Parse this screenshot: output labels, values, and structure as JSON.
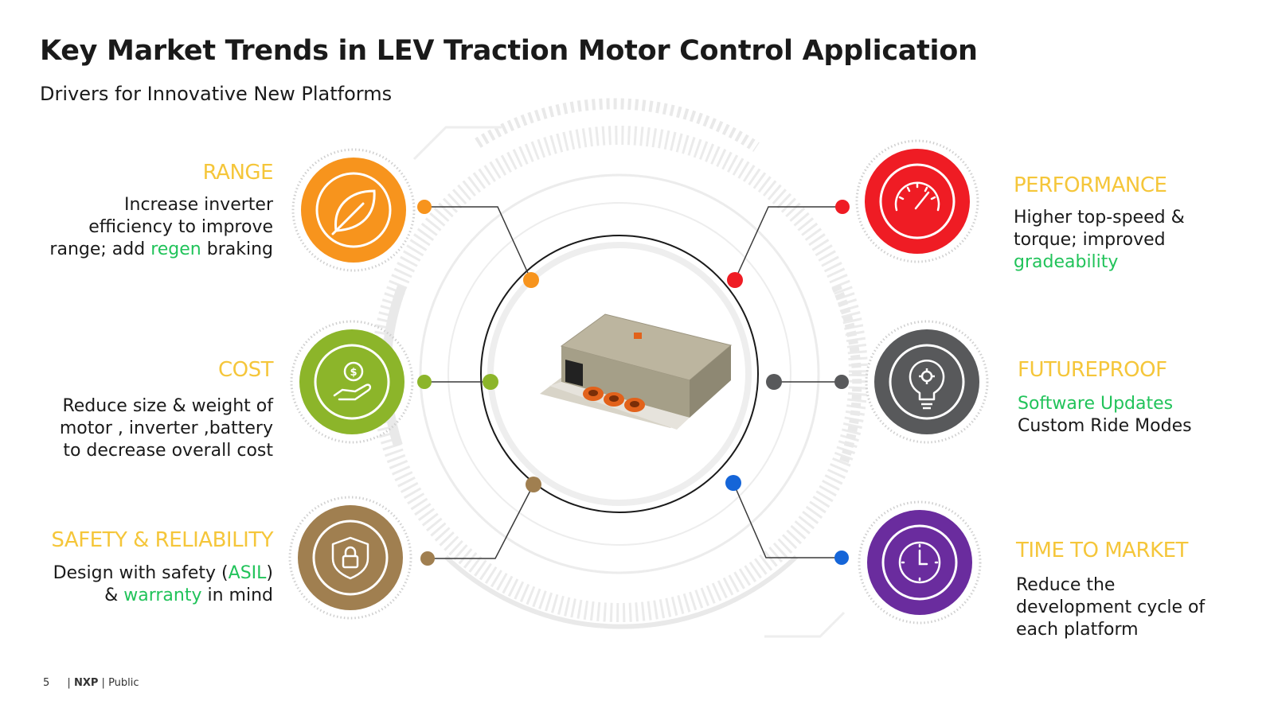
{
  "title": "Key Market Trends in LEV Traction Motor Control Application",
  "subtitle": "Drivers for Innovative New Platforms",
  "trends": {
    "range": {
      "heading": "RANGE",
      "line1": "Increase inverter",
      "line2": "efficiency to improve",
      "line3_pre": "range; add ",
      "line3_hl": "regen",
      "line3_post": " braking",
      "color": "#f7941d"
    },
    "cost": {
      "heading": "COST",
      "line1": "Reduce size & weight  of",
      "line2": "motor , inverter ,battery",
      "line3": "to decrease overall cost",
      "color": "#8cb52a"
    },
    "safety": {
      "heading": "SAFETY & RELIABILITY",
      "line1_pre": "Design with safety (",
      "line1_hl": "ASIL",
      "line1_post": ")",
      "line2_pre": "& ",
      "line2_hl": "warranty",
      "line2_post": " in mind",
      "color": "#a07f50"
    },
    "performance": {
      "heading": "PERFORMANCE",
      "line1": "Higher top-speed &",
      "line2": "torque; improved",
      "line3_hl": "gradeability",
      "color": "#ef1c24"
    },
    "futureproof": {
      "heading": "FUTUREPROOF",
      "line1_hl": "Software Updates",
      "line2": "Custom Ride Modes",
      "color": "#58595b"
    },
    "ttm": {
      "heading": "TIME TO MARKET",
      "line1": "Reduce the",
      "line2": "development cycle of",
      "line3": "each platform",
      "color": "#6a2c9e"
    }
  },
  "icons": {
    "range": "leaf-icon",
    "cost": "dollar-hand-icon",
    "safety": "lock-shield-icon",
    "performance": "speedometer-icon",
    "futureproof": "lightbulb-gear-icon",
    "ttm": "clock-icon",
    "center": "inverter-module-icon"
  },
  "footer": {
    "page": "5",
    "brand": "NXP",
    "classification": "Public"
  }
}
